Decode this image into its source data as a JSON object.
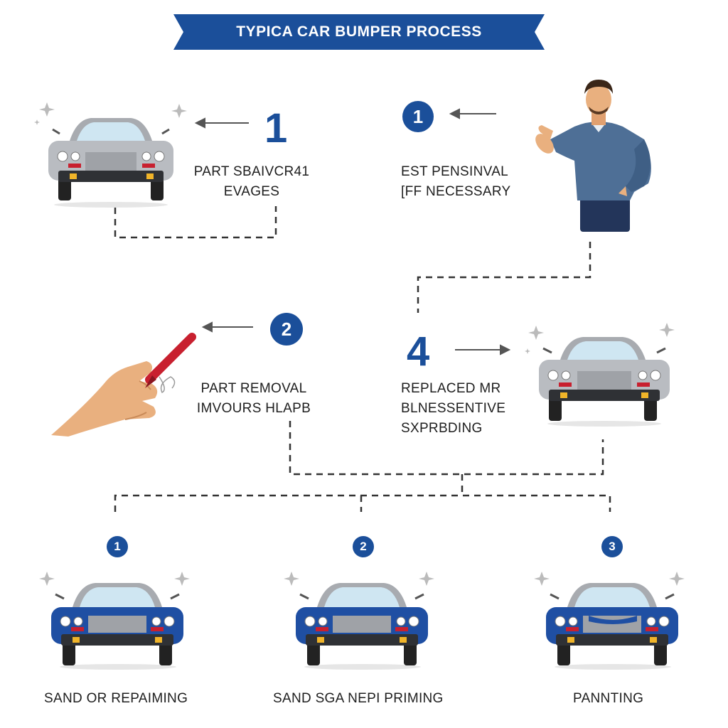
{
  "title": "TYPICA CAR BUMPER PROCESS",
  "top_left": {
    "number": "1",
    "line1": "PART SBAIVCR41",
    "line2": "EVAGES"
  },
  "top_right": {
    "number": "1",
    "line1": "EST PENSINVAL",
    "line2": "[FF NECESSARY"
  },
  "middle_left": {
    "number": "2",
    "line1": "PART REMOVAL",
    "line2": "IMVOURS HLAPB"
  },
  "middle_right": {
    "number": "4",
    "line1": "REPLACED MR",
    "line2": "BLNESSENTIVE",
    "line3": "SXPRBDING"
  },
  "bottom_steps": [
    {
      "number": "1",
      "label": "SAND OR REPAIMING"
    },
    {
      "number": "2",
      "label": "SAND SGA NEPI PRIMING"
    },
    {
      "number": "3",
      "label": "PANNTING"
    }
  ],
  "colors": {
    "brand_blue": "#1b4f9a",
    "car_gray": "#b9bcc1",
    "car_blue": "#1f4fa3",
    "skin": "#e9b07f",
    "shirt": "#4e6f96",
    "pants": "#23355a",
    "pencil": "#c8202f"
  },
  "icons": [
    "car-gray-icon",
    "car-blue-icon",
    "person-icon",
    "hand-pencil-icon",
    "sparkle-icon",
    "arrow-left-icon",
    "arrow-right-icon"
  ]
}
